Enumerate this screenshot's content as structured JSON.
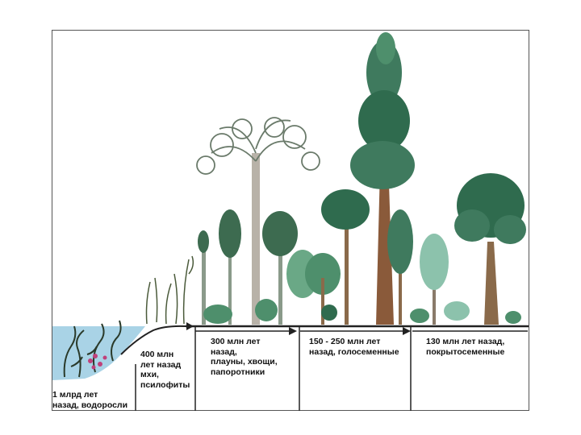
{
  "image": {
    "description_free": true
  },
  "eras": [
    {
      "label": "1 млрд лет\nназад, водоросли"
    },
    {
      "label": "400 млн\nлет назад\nмхи,\nпсилофиты"
    },
    {
      "label": "300 млн лет\nназад,\nплауны, хвощи,\nпапоротники"
    },
    {
      "label": "150 - 250 млн лет\nназад, голосеменные"
    },
    {
      "label": "130 млн лет назад,\nпокрытосеменные"
    }
  ],
  "colors": {
    "water": "#a9d3e6",
    "ground": "#3a2a1a",
    "foliage_dark": "#2f6b4e",
    "foliage_mid": "#4e8f6c",
    "foliage_light": "#8cc2ac",
    "trunk": "#8a6a4a",
    "algae": "#c0407a"
  }
}
